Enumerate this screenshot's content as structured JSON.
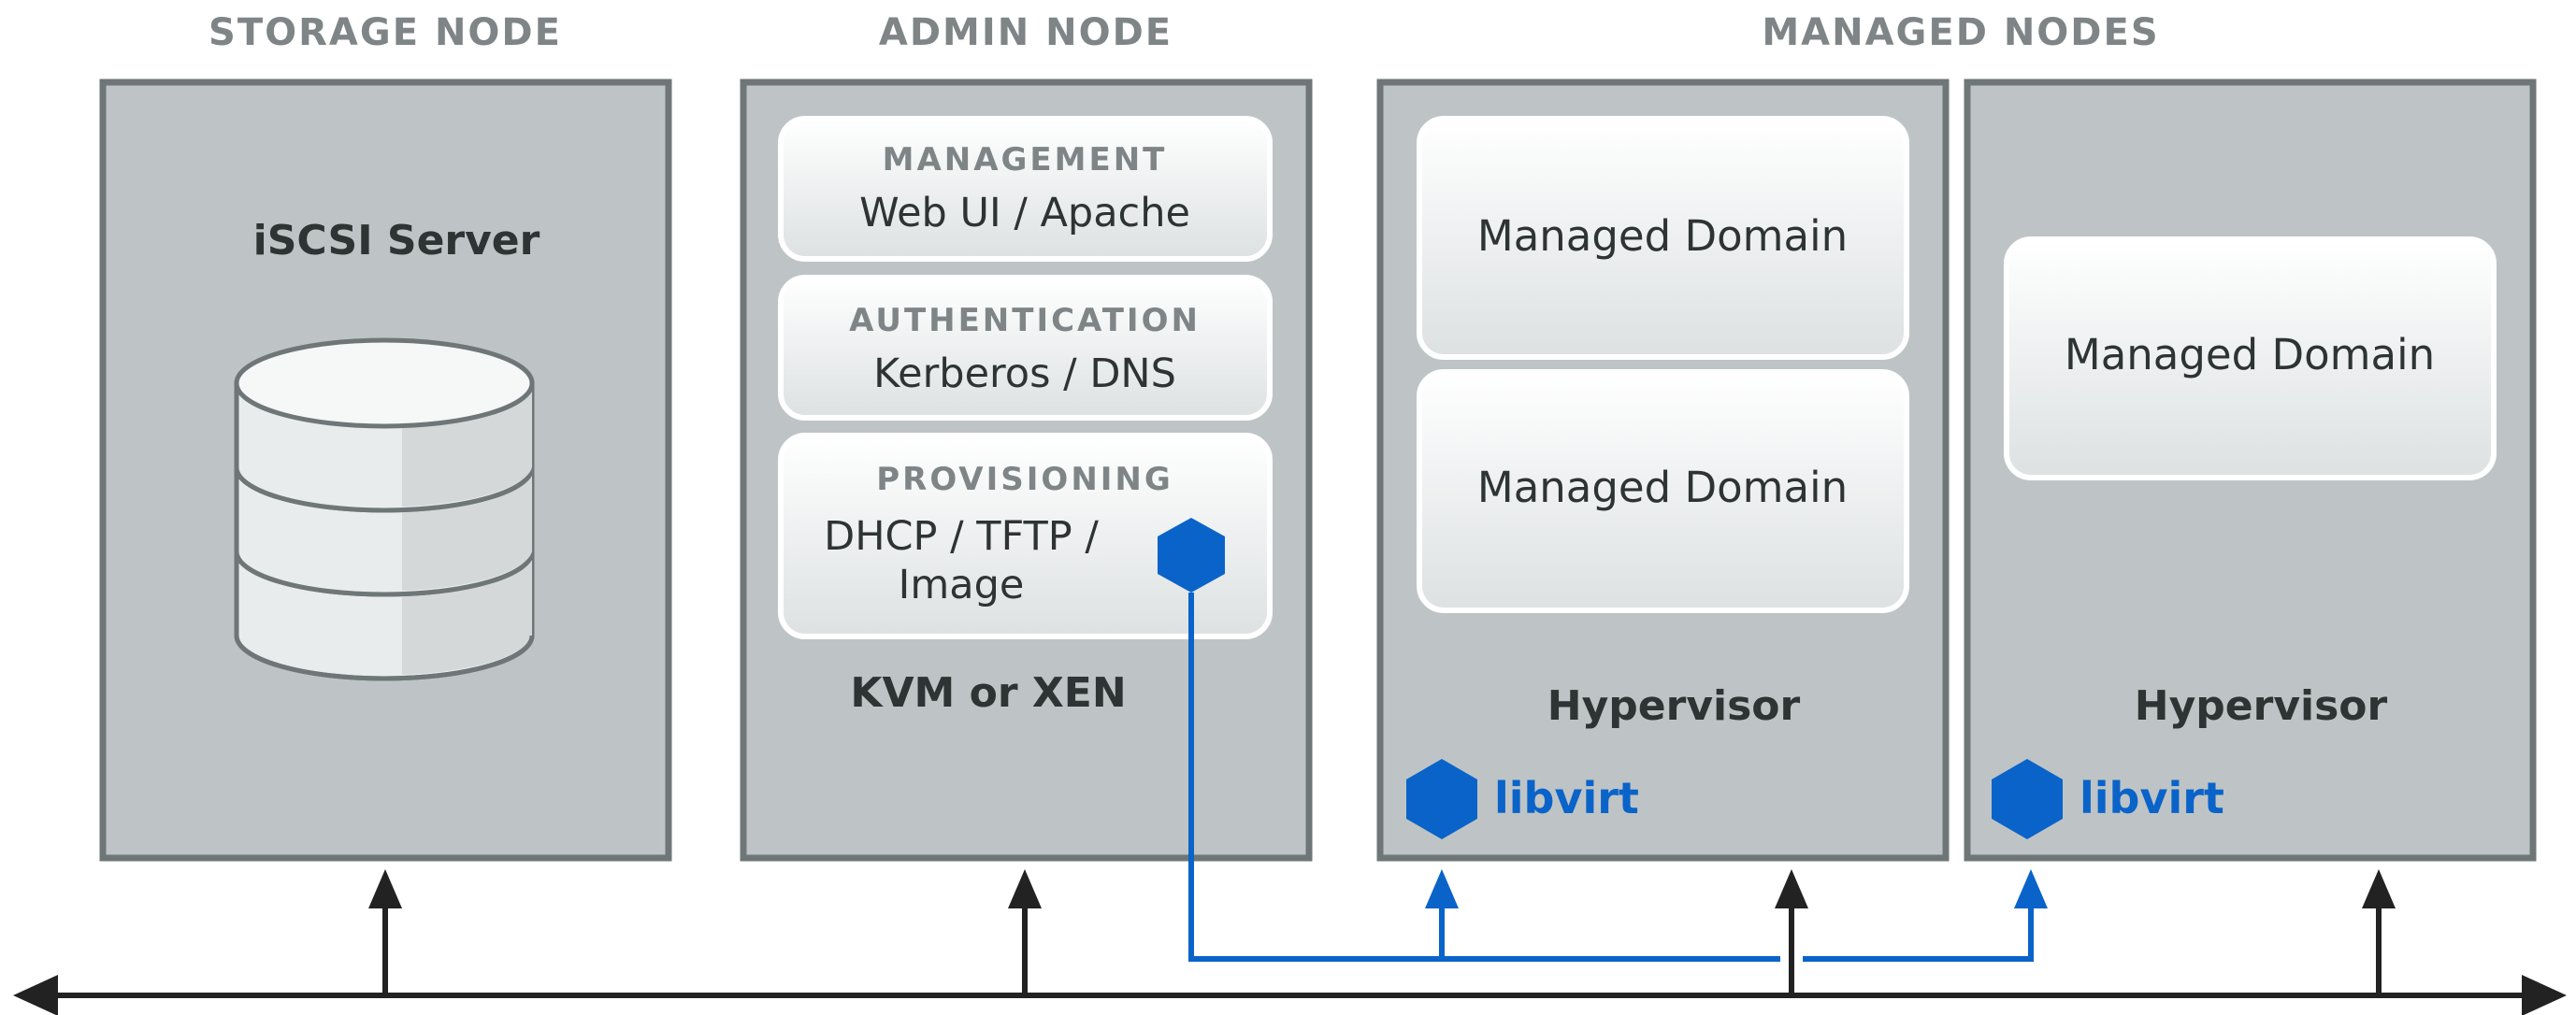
{
  "sections": {
    "storage": "STORAGE NODE",
    "admin": "ADMIN NODE",
    "managed": "MANAGED NODES"
  },
  "storage_node": {
    "server_label": "iSCSI Server",
    "icon": "database-icon"
  },
  "admin_node": {
    "services": [
      {
        "title": "MANAGEMENT",
        "lines": [
          "Web UI / Apache"
        ]
      },
      {
        "title": "AUTHENTICATION",
        "lines": [
          "Kerberos / DNS"
        ]
      },
      {
        "title": "PROVISIONING",
        "lines": [
          "DHCP / TFTP /",
          "Image"
        ]
      }
    ],
    "platform": "KVM or XEN",
    "icon": "hexagon-icon"
  },
  "managed_nodes": [
    {
      "domains": [
        "Managed Domain",
        "Managed Domain"
      ],
      "hypervisor": "Hypervisor",
      "libvirt": "libvirt",
      "icon": "hexagon-icon"
    },
    {
      "domains": [
        "Managed Domain"
      ],
      "hypervisor": "Hypervisor",
      "libvirt": "libvirt",
      "icon": "hexagon-icon"
    }
  ],
  "colors": {
    "accent": "#0a63c9",
    "node_fill": "#bec4c5",
    "node_border": "#6f7677",
    "title_gray": "#7f8587",
    "network_line": "#222222"
  }
}
